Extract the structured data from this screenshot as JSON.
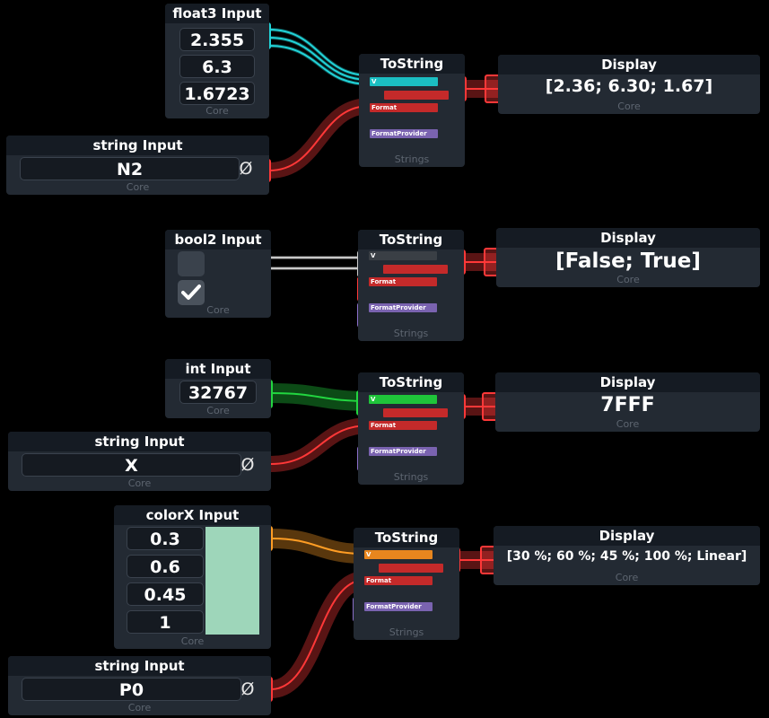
{
  "colors": {
    "float3": "#22d3d8",
    "bool": "#c8c8c8",
    "int": "#22d640",
    "colorX": "#ff9d24",
    "string": "#ff3838",
    "provider": "#8a6ec8"
  },
  "groups": [
    {
      "source": {
        "title": "float3 Input",
        "values": [
          "2.355",
          "6.3",
          "1.6723"
        ],
        "footer": "Core"
      },
      "string_input": {
        "title": "string Input",
        "value": "N2",
        "null_glyph": "Ø",
        "footer": "Core"
      },
      "tostring": {
        "title": "ToString",
        "pin_v": "V",
        "pin_format": "Format",
        "pin_provider": "FormatProvider",
        "footer": "Strings"
      },
      "display": {
        "title": "Display",
        "value": "[2.36; 6.30; 1.67]",
        "footer": "Core"
      }
    },
    {
      "source": {
        "title": "bool2 Input",
        "values": [
          false,
          true
        ],
        "footer": "Core"
      },
      "tostring": {
        "title": "ToString",
        "pin_v": "V",
        "pin_format": "Format",
        "pin_provider": "FormatProvider",
        "footer": "Strings"
      },
      "display": {
        "title": "Display",
        "value": "[False; True]",
        "footer": "Core"
      }
    },
    {
      "source": {
        "title": "int Input",
        "values": [
          "32767"
        ],
        "footer": "Core"
      },
      "string_input": {
        "title": "string Input",
        "value": "X",
        "null_glyph": "Ø",
        "footer": "Core"
      },
      "tostring": {
        "title": "ToString",
        "pin_v": "V",
        "pin_format": "Format",
        "pin_provider": "FormatProvider",
        "footer": "Strings"
      },
      "display": {
        "title": "Display",
        "value": "7FFF",
        "footer": "Core"
      }
    },
    {
      "source": {
        "title": "colorX Input",
        "values": [
          "0.3",
          "0.6",
          "0.45",
          "1"
        ],
        "swatch_color": "#9ed6ba",
        "footer": "Core"
      },
      "string_input": {
        "title": "string Input",
        "value": "P0",
        "null_glyph": "Ø",
        "footer": "Core"
      },
      "tostring": {
        "title": "ToString",
        "pin_v": "V",
        "pin_format": "Format",
        "pin_provider": "FormatProvider",
        "footer": "Strings"
      },
      "display": {
        "title": "Display",
        "value": "[30 %; 60 %; 45 %; 100 %; Linear]",
        "footer": "Core"
      }
    }
  ]
}
